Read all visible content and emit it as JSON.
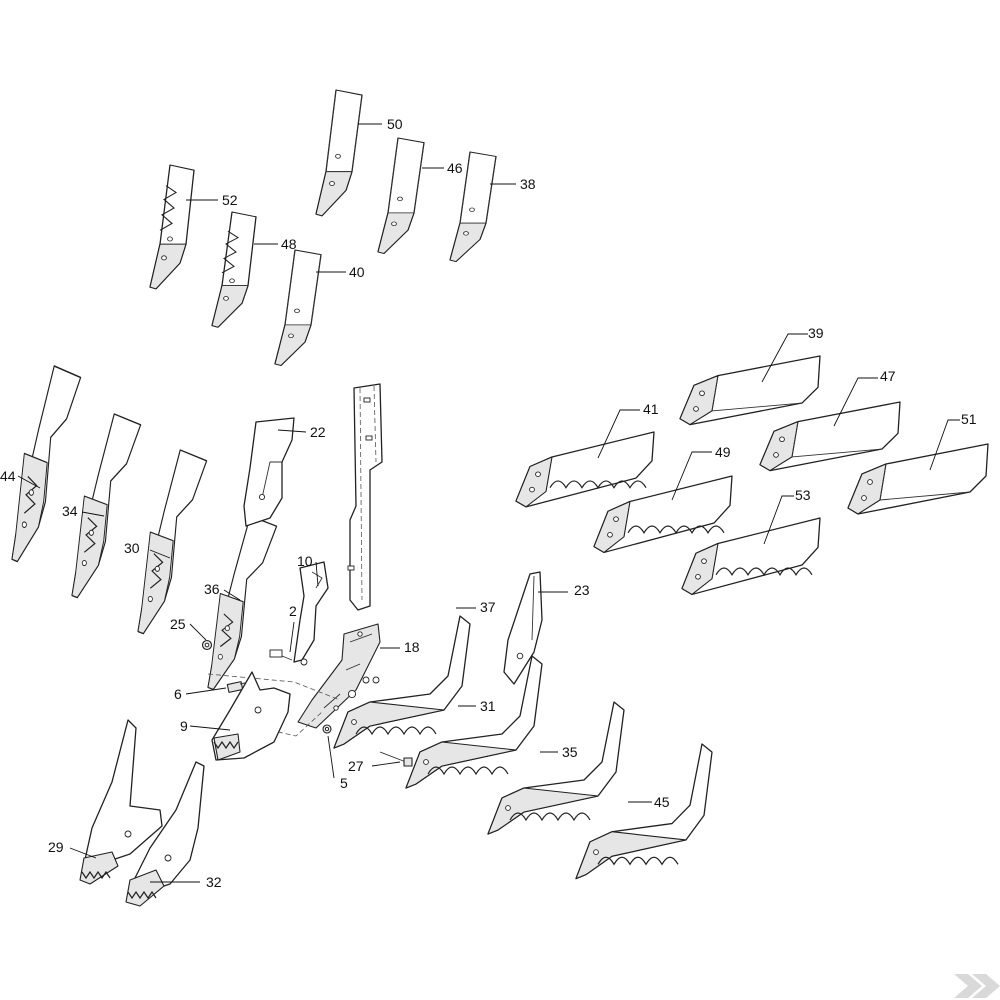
{
  "diagram": {
    "type": "exploded-parts-view",
    "callouts": [
      "50",
      "46",
      "38",
      "52",
      "48",
      "40",
      "39",
      "47",
      "41",
      "51",
      "49",
      "53",
      "44",
      "22",
      "34",
      "30",
      "10",
      "36",
      "37",
      "23",
      "2",
      "25",
      "18",
      "6",
      "9",
      "31",
      "27",
      "5",
      "35",
      "45",
      "29",
      "32"
    ]
  },
  "brand": {
    "mark_color": "#d9d9d9",
    "icon": "double-chevron-logo"
  },
  "colors": {
    "line": "#222222",
    "fill": "#ffffff",
    "shade": "#e6e6e6"
  }
}
